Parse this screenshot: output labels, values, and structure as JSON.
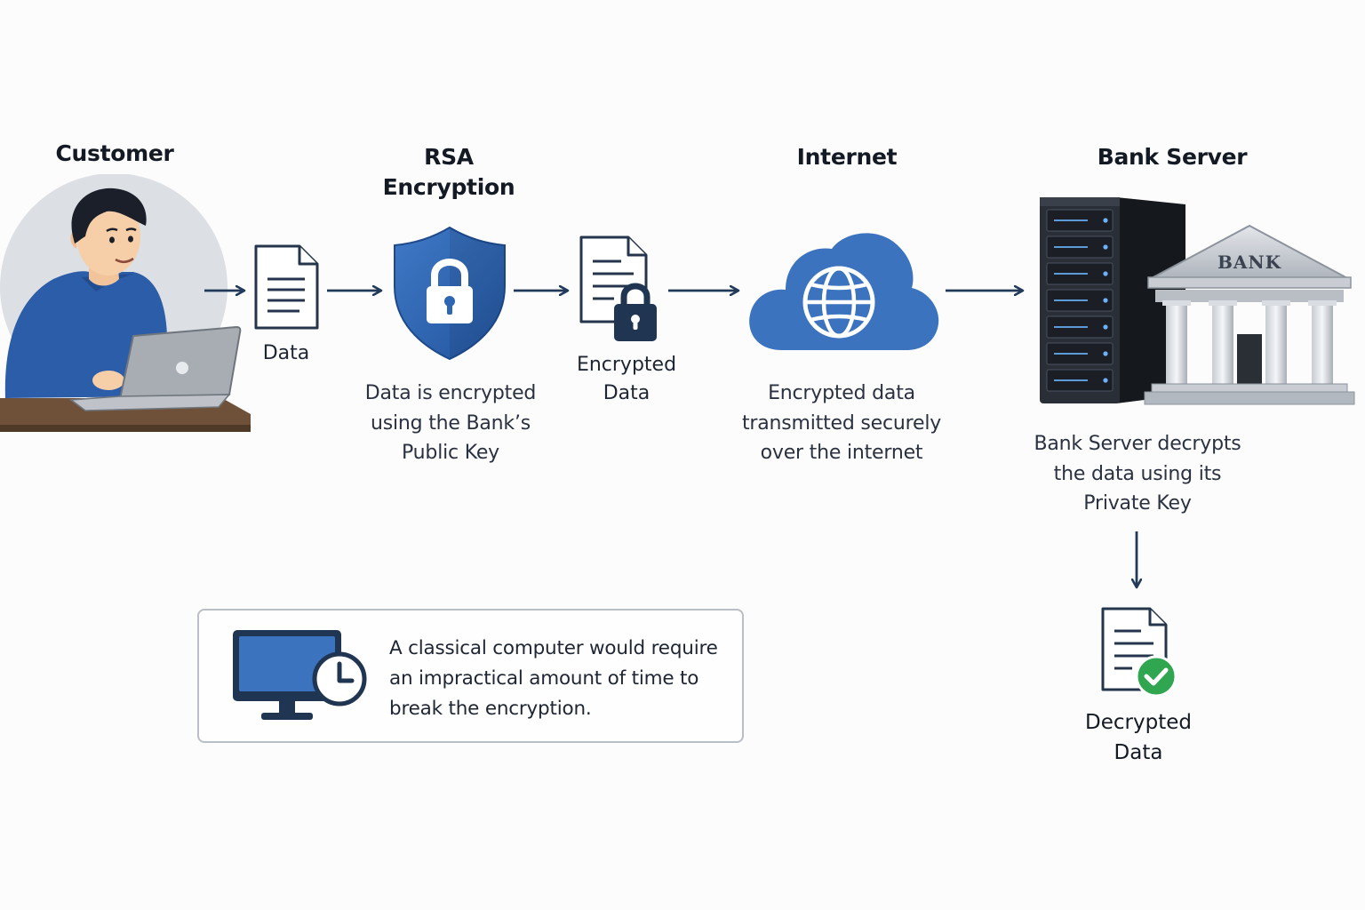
{
  "stages": [
    {
      "id": "customer",
      "title": "Customer"
    },
    {
      "id": "rsa",
      "title": "RSA\nEncryption",
      "caption": "Data is encrypted\nusing the Bank’s\nPublic Key"
    },
    {
      "id": "internet",
      "title": "Internet",
      "caption": "Encrypted data\ntransmitted securely\nover the internet"
    },
    {
      "id": "bank",
      "title": "Bank Server",
      "caption": "Bank Server decrypts\nthe data using its\nPrivate Key",
      "sign_text": "BANK"
    }
  ],
  "items": {
    "data": "Data",
    "encrypted_data": "Encrypted\nData",
    "decrypted_data": "Decrypted\nData"
  },
  "note": {
    "text": "A classical computer would require an impractical amount of time to break the encryption."
  },
  "colors": {
    "primary_blue": "#2f66b2",
    "navy": "#1f3552",
    "arrow": "#223a5a",
    "success_green": "#2fa64f",
    "server_dark": "#23272d",
    "stone": "#c9cdd3"
  }
}
